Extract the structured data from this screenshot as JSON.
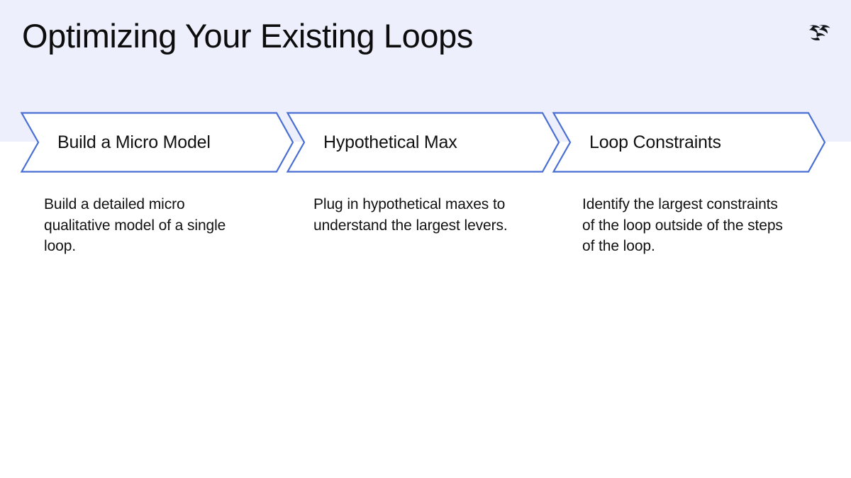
{
  "slide": {
    "title": "Optimizing Your Existing Loops",
    "background_color": "#ffffff",
    "header_band_color": "#edeffd",
    "accent_color": "#4a6fd4",
    "text_color": "#111111"
  },
  "logo": {
    "name": "reforge-logo",
    "color": "#14161a"
  },
  "steps": [
    {
      "heading": "Build a Micro Model",
      "body": "Build a detailed micro qualitative model of a single loop."
    },
    {
      "heading": "Hypothetical Max",
      "body": "Plug in hypothetical maxes to understand the largest levers."
    },
    {
      "heading": "Loop Constraints",
      "body": "Identify the largest constraints of the loop outside of the steps of the loop."
    }
  ]
}
